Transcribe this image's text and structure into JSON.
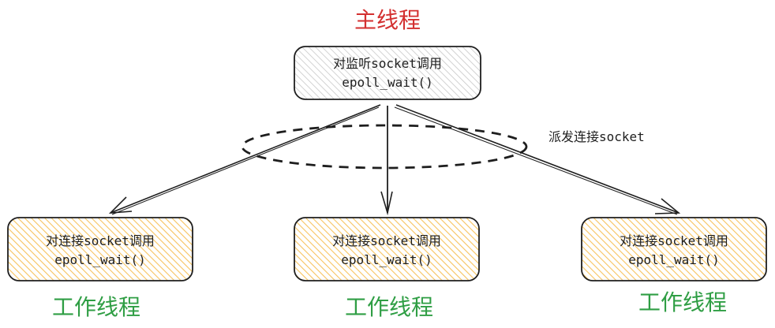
{
  "main_thread": {
    "title": "主线程",
    "box_line1": "对监听socket调用",
    "box_line2": "epoll_wait()",
    "title_color": "#d32f2f",
    "box_fill": "#e9ecef"
  },
  "dispatch_label": "派发连接socket",
  "workers": [
    {
      "box_line1": "对连接socket调用",
      "box_line2": "epoll_wait()",
      "title": "工作线程"
    },
    {
      "box_line1": "对连接socket调用",
      "box_line2": "epoll_wait()",
      "title": "工作线程"
    },
    {
      "box_line1": "对连接socket调用",
      "box_line2": "epoll_wait()",
      "title": "工作线程"
    }
  ],
  "colors": {
    "worker_title": "#2f9e44",
    "worker_fill": "#ffd166",
    "stroke": "#1e1e1e"
  }
}
